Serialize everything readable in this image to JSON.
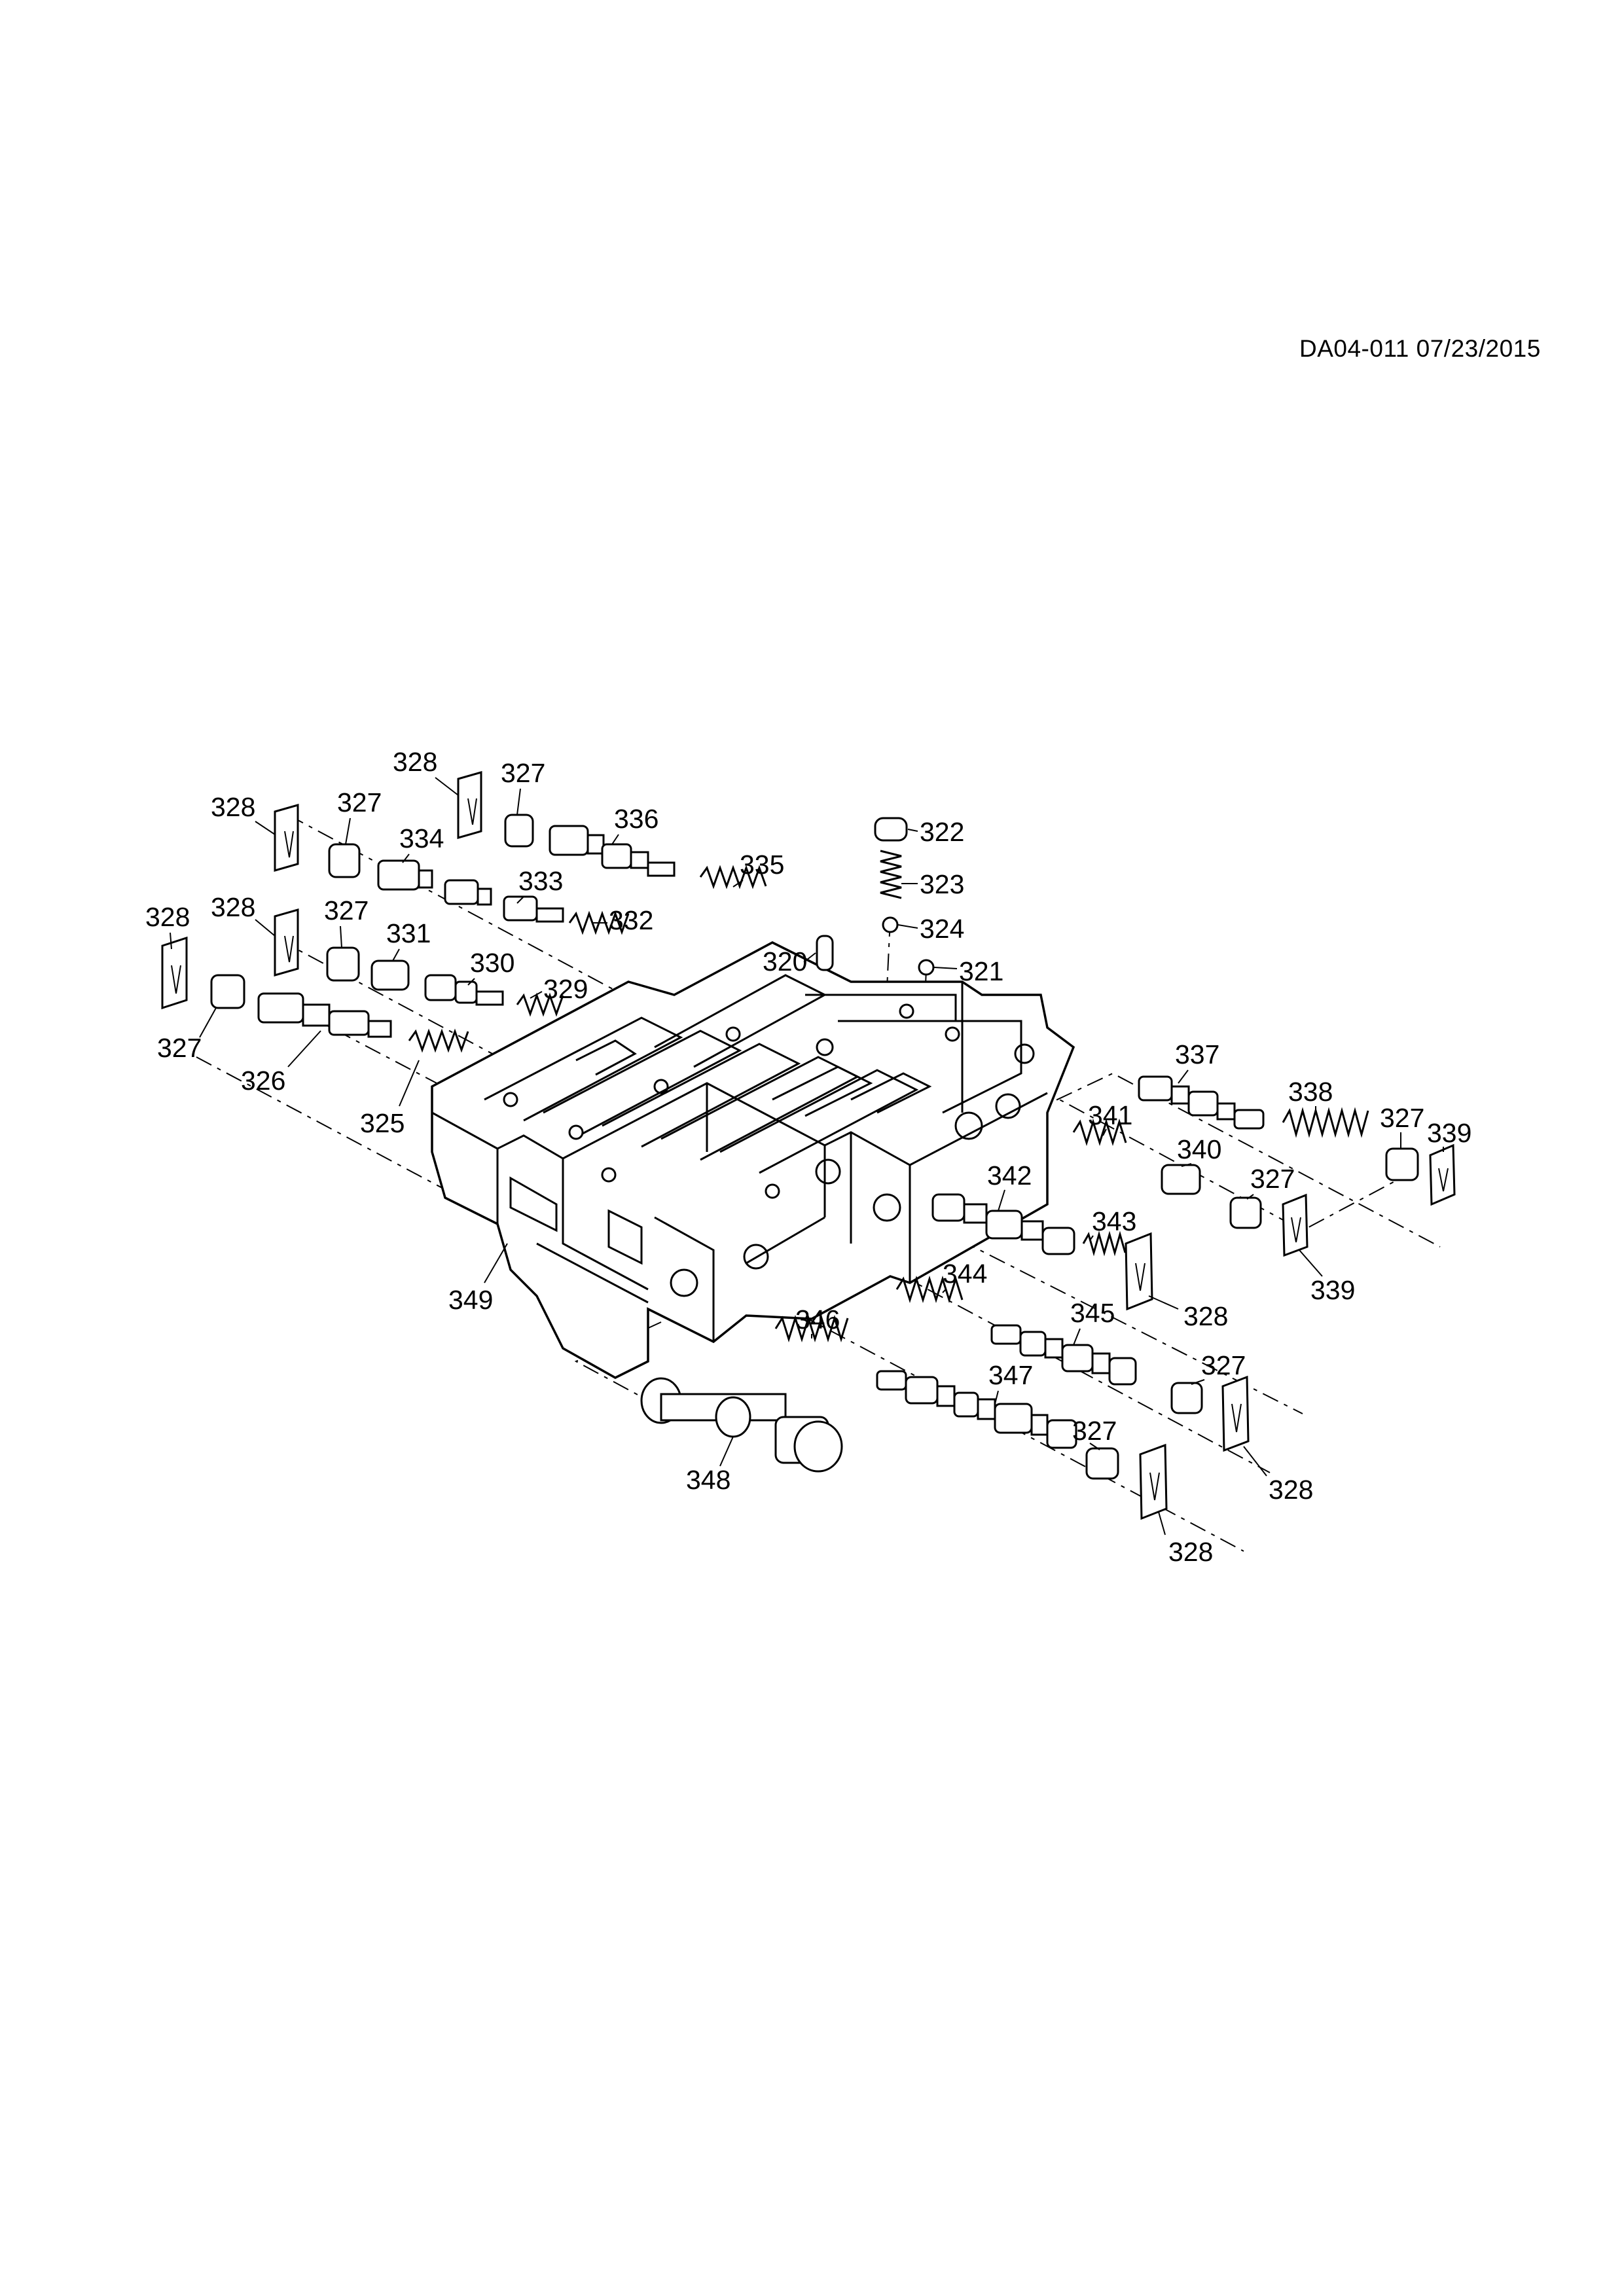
{
  "document": {
    "id_text": "DA04-011 07/23/2015"
  },
  "callouts": [
    {
      "id": "c320",
      "text": "320"
    },
    {
      "id": "c321",
      "text": "321"
    },
    {
      "id": "c322",
      "text": "322"
    },
    {
      "id": "c323",
      "text": "323"
    },
    {
      "id": "c324",
      "text": "324"
    },
    {
      "id": "c325",
      "text": "325"
    },
    {
      "id": "c326",
      "text": "326"
    },
    {
      "id": "c327a",
      "text": "327"
    },
    {
      "id": "c327b",
      "text": "327"
    },
    {
      "id": "c327c",
      "text": "327"
    },
    {
      "id": "c327d",
      "text": "327"
    },
    {
      "id": "c327e",
      "text": "327"
    },
    {
      "id": "c327f",
      "text": "327"
    },
    {
      "id": "c327g",
      "text": "327"
    },
    {
      "id": "c327h",
      "text": "327"
    },
    {
      "id": "c328a",
      "text": "328"
    },
    {
      "id": "c328b",
      "text": "328"
    },
    {
      "id": "c328c",
      "text": "328"
    },
    {
      "id": "c328d",
      "text": "328"
    },
    {
      "id": "c328e",
      "text": "328"
    },
    {
      "id": "c328f",
      "text": "328"
    },
    {
      "id": "c328g",
      "text": "328"
    },
    {
      "id": "c329",
      "text": "329"
    },
    {
      "id": "c330",
      "text": "330"
    },
    {
      "id": "c331",
      "text": "331"
    },
    {
      "id": "c332",
      "text": "332"
    },
    {
      "id": "c333",
      "text": "333"
    },
    {
      "id": "c334",
      "text": "334"
    },
    {
      "id": "c335",
      "text": "335"
    },
    {
      "id": "c336",
      "text": "336"
    },
    {
      "id": "c337",
      "text": "337"
    },
    {
      "id": "c338",
      "text": "338"
    },
    {
      "id": "c339a",
      "text": "339"
    },
    {
      "id": "c339b",
      "text": "339"
    },
    {
      "id": "c340",
      "text": "340"
    },
    {
      "id": "c341",
      "text": "341"
    },
    {
      "id": "c342",
      "text": "342"
    },
    {
      "id": "c343",
      "text": "343"
    },
    {
      "id": "c344",
      "text": "344"
    },
    {
      "id": "c345",
      "text": "345"
    },
    {
      "id": "c346",
      "text": "346"
    },
    {
      "id": "c347",
      "text": "347"
    },
    {
      "id": "c348",
      "text": "348"
    },
    {
      "id": "c349",
      "text": "349"
    }
  ]
}
